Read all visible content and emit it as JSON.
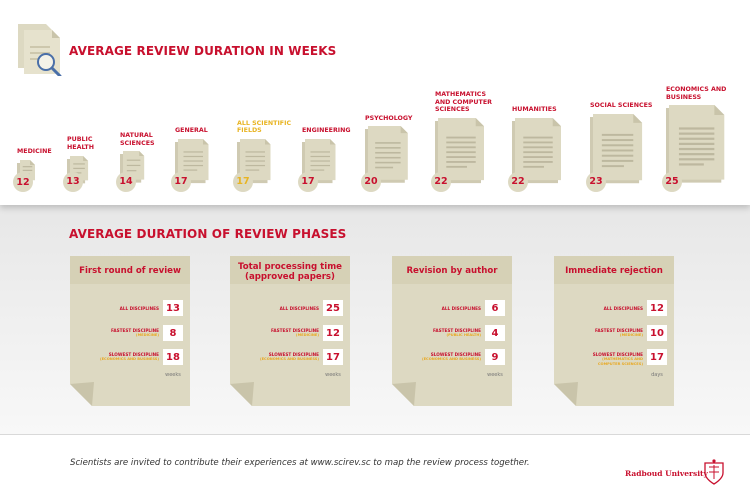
{
  "section1": {
    "title": "AVERAGE REVIEW DURATION IN WEEKS"
  },
  "fields": [
    {
      "label": "MEDICINE",
      "value": "12",
      "highlight": false
    },
    {
      "label": "PUBLIC\nHEALTH",
      "value": "13",
      "highlight": false
    },
    {
      "label": "NATURAL\nSCIENCES",
      "value": "14",
      "highlight": false
    },
    {
      "label": "GENERAL",
      "value": "17",
      "highlight": false
    },
    {
      "label": "ALL SCIENTIFIC\nFIELDS",
      "value": "17",
      "highlight": true
    },
    {
      "label": "ENGINEERING",
      "value": "17",
      "highlight": false
    },
    {
      "label": "PSYCHOLOGY",
      "value": "20",
      "highlight": false
    },
    {
      "label": "MATHEMATICS\nAND COMPUTER\nSCIENCES",
      "value": "22",
      "highlight": false
    },
    {
      "label": "HUMANITIES",
      "value": "22",
      "highlight": false
    },
    {
      "label": "SOCIAL SCIENCES",
      "value": "23",
      "highlight": false
    },
    {
      "label": "ECONOMICS AND\nBUSINESS",
      "value": "25",
      "highlight": false
    }
  ],
  "section2": {
    "title": "AVERAGE DURATION OF REVIEW PHASES"
  },
  "phases": [
    {
      "title": "First round of review",
      "rows": [
        {
          "label": "ALL DISCIPLINES",
          "sub": "",
          "value": "13"
        },
        {
          "label": "FASTEST DISCIPLINE",
          "sub": "(MEDICINE)",
          "value": "8"
        },
        {
          "label": "SLOWEST DISCIPLINE",
          "sub": "(ECONOMICS AND BUSINESS)",
          "value": "18"
        }
      ],
      "unit": "weeks"
    },
    {
      "title": "Total processing time\n(approved papers)",
      "rows": [
        {
          "label": "ALL DISCIPLINES",
          "sub": "",
          "value": "25"
        },
        {
          "label": "FASTEST DISCIPLINE",
          "sub": "(MEDICINE)",
          "value": "12"
        },
        {
          "label": "SLOWEST DISCIPLINE",
          "sub": "(ECONOMICS AND BUSINESS)",
          "value": "17"
        }
      ],
      "unit": "weeks"
    },
    {
      "title": "Revision by author",
      "rows": [
        {
          "label": "ALL DISCIPLINES",
          "sub": "",
          "value": "6"
        },
        {
          "label": "FASTEST DISCIPLINE",
          "sub": "(PUBLIC HEALTH)",
          "value": "4"
        },
        {
          "label": "SLOWEST DISCIPLINE",
          "sub": "(ECONOMICS AND BUSINESS)",
          "value": "9"
        }
      ],
      "unit": "weeks"
    },
    {
      "title": "Immediate rejection",
      "rows": [
        {
          "label": "ALL DISCIPLINES",
          "sub": "",
          "value": "12"
        },
        {
          "label": "FASTEST DISCIPLINE",
          "sub": "(MEDICINE)",
          "value": "10"
        },
        {
          "label": "SLOWEST DISCIPLINE",
          "sub": "(MATHEMATICS AND\nCOMPUTER SCIENCES)",
          "value": "17"
        }
      ],
      "unit": "days"
    }
  ],
  "footer": {
    "text": "Scientists are invited to contribute their experiences at www.scirev.sc to map the review process together.",
    "brand": "Radboud University"
  },
  "colors": {
    "accent": "#c8102e",
    "highlight": "#e8b422",
    "paper": "#ddd9c2",
    "paper_fold": "#c9c4aa"
  }
}
